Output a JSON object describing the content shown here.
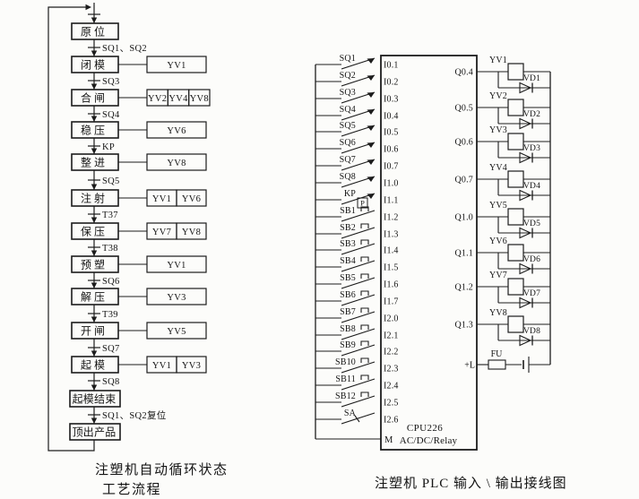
{
  "flowchart": {
    "caption_line1": "注塑机自动循环状态",
    "caption_line2": "工艺流程",
    "steps": [
      {
        "label": "原位",
        "outputs": [],
        "transition": "SQ1、SQ2"
      },
      {
        "label": "闭模",
        "outputs": [
          "YV1"
        ],
        "transition": "SQ3"
      },
      {
        "label": "合闸",
        "outputs": [
          "YV2",
          "YV4",
          "YV8"
        ],
        "transition": "SQ4"
      },
      {
        "label": "稳压",
        "outputs": [
          "YV6"
        ],
        "transition": "KP"
      },
      {
        "label": "整进",
        "outputs": [
          "YV8"
        ],
        "transition": "SQ5"
      },
      {
        "label": "注射",
        "outputs": [
          "YV1",
          "YV6"
        ],
        "transition": "T37"
      },
      {
        "label": "保压",
        "outputs": [
          "YV7",
          "YV8"
        ],
        "transition": "T38"
      },
      {
        "label": "预塑",
        "outputs": [
          "YV1"
        ],
        "transition": "SQ6"
      },
      {
        "label": "解压",
        "outputs": [
          "YV3"
        ],
        "transition": "T39"
      },
      {
        "label": "开闸",
        "outputs": [
          "YV5"
        ],
        "transition": "SQ7"
      },
      {
        "label": "起模",
        "outputs": [
          "YV1",
          "YV3"
        ],
        "transition": "SQ8"
      },
      {
        "label": "起模结束",
        "outputs": [],
        "transition": "SQ1、SQ2复位"
      },
      {
        "label": "顶出产品",
        "outputs": [],
        "transition": ""
      }
    ]
  },
  "plc": {
    "caption": "注塑机 PLC 输入 \\ 输出接线图",
    "cpu_label1": "CPU226",
    "cpu_label2": "AC/DC/Relay",
    "m_terminal": "M",
    "plus_terminal": "+L",
    "fuse_label": "FU",
    "inputs": [
      {
        "device": "SQ1",
        "terminal": "I0.1",
        "type": "limit"
      },
      {
        "device": "SQ2",
        "terminal": "I0.2",
        "type": "limit"
      },
      {
        "device": "SQ3",
        "terminal": "I0.3",
        "type": "limit"
      },
      {
        "device": "SQ4",
        "terminal": "I0.4",
        "type": "limit"
      },
      {
        "device": "SQ5",
        "terminal": "I0.5",
        "type": "limit"
      },
      {
        "device": "SQ6",
        "terminal": "I0.6",
        "type": "limit"
      },
      {
        "device": "SQ7",
        "terminal": "I0.7",
        "type": "limit"
      },
      {
        "device": "SQ8",
        "terminal": "I1.0",
        "type": "limit"
      },
      {
        "device": "KP",
        "terminal": "I1.1",
        "type": "limit"
      },
      {
        "device": "SB1",
        "terminal": "I1.2",
        "type": "button",
        "marker": "P"
      },
      {
        "device": "SB2",
        "terminal": "I1.3",
        "type": "button"
      },
      {
        "device": "SB3",
        "terminal": "I1.4",
        "type": "button"
      },
      {
        "device": "SB4",
        "terminal": "I1.5",
        "type": "button"
      },
      {
        "device": "SB5",
        "terminal": "I1.6",
        "type": "button"
      },
      {
        "device": "SB6",
        "terminal": "I1.7",
        "type": "button"
      },
      {
        "device": "SB7",
        "terminal": "I2.0",
        "type": "button"
      },
      {
        "device": "SB8",
        "terminal": "I2.1",
        "type": "button"
      },
      {
        "device": "SB9",
        "terminal": "I2.2",
        "type": "button"
      },
      {
        "device": "SB10",
        "terminal": "I2.3",
        "type": "button"
      },
      {
        "device": "SB11",
        "terminal": "I2.4",
        "type": "button"
      },
      {
        "device": "SB12",
        "terminal": "I2.5",
        "type": "button"
      },
      {
        "device": "SA",
        "terminal": "I2.6",
        "type": "selector"
      }
    ],
    "outputs": [
      {
        "terminal": "Q0.4",
        "coil": "YV1",
        "diode": "VD1"
      },
      {
        "terminal": "Q0.5",
        "coil": "YV2",
        "diode": "VD2"
      },
      {
        "terminal": "Q0.6",
        "coil": "YV3",
        "diode": "VD3"
      },
      {
        "terminal": "Q0.7",
        "coil": "YV4",
        "diode": "VD4"
      },
      {
        "terminal": "Q1.0",
        "coil": "YV5",
        "diode": "VD5"
      },
      {
        "terminal": "Q1.1",
        "coil": "YV6",
        "diode": "VD6"
      },
      {
        "terminal": "Q1.2",
        "coil": "YV7",
        "diode": "VD7"
      },
      {
        "terminal": "Q1.3",
        "coil": "YV8",
        "diode": "VD8"
      }
    ]
  }
}
